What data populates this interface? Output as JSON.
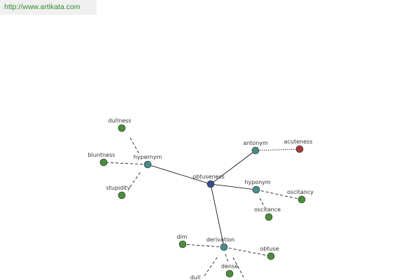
{
  "site": {
    "url": "http://www.artikata.com"
  },
  "colors": {
    "background": "#ffffff",
    "banner": "#f0f0f0",
    "link": "#2e8b2e",
    "center_node": "#3d4a8c",
    "relation_node": "#4a8c8c",
    "word_node": "#4d8c3d",
    "antonym_word_node": "#a33d3d",
    "edge": "#000000"
  },
  "graph": {
    "center": {
      "id": "obtuseness",
      "label": "obtuseness",
      "kind": "center"
    },
    "relations": [
      {
        "id": "hypernym",
        "label": "hypernym",
        "kind": "relation"
      },
      {
        "id": "antonym",
        "label": "antonym",
        "kind": "relation"
      },
      {
        "id": "hyponym",
        "label": "hyponym",
        "kind": "relation"
      },
      {
        "id": "derivation",
        "label": "derivation",
        "kind": "relation"
      }
    ],
    "words": [
      {
        "id": "dullness",
        "label": "dullness",
        "relation": "hypernym",
        "kind": "word"
      },
      {
        "id": "bluntness",
        "label": "bluntness",
        "relation": "hypernym",
        "kind": "word"
      },
      {
        "id": "stupidity",
        "label": "stupidity",
        "relation": "hypernym",
        "kind": "word"
      },
      {
        "id": "acuteness",
        "label": "acuteness",
        "relation": "antonym",
        "kind": "antonym-word"
      },
      {
        "id": "oscitancy",
        "label": "oscitancy",
        "relation": "hyponym",
        "kind": "word"
      },
      {
        "id": "oscitance",
        "label": "oscitance",
        "relation": "hyponym",
        "kind": "word"
      },
      {
        "id": "dim",
        "label": "dim",
        "relation": "derivation",
        "kind": "word"
      },
      {
        "id": "obtuse",
        "label": "obtuse",
        "relation": "derivation",
        "kind": "word"
      },
      {
        "id": "dense",
        "label": "dense",
        "relation": "derivation",
        "kind": "word"
      },
      {
        "id": "dull",
        "label": "dull",
        "relation": "derivation",
        "kind": "word",
        "node_hidden": true
      }
    ]
  }
}
